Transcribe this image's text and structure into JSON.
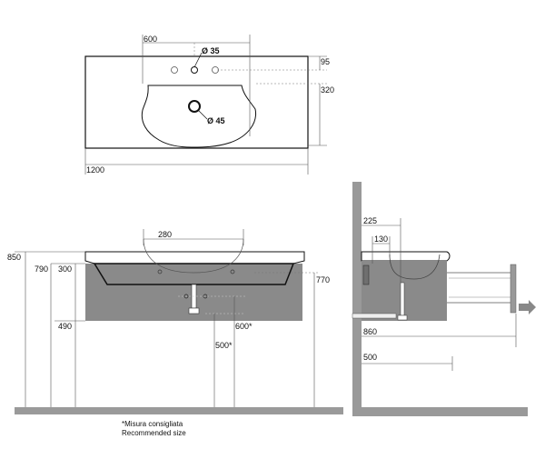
{
  "colors": {
    "line": "#111111",
    "thin": "#555555",
    "cabinet": "#8a8a8a",
    "cabinet_dark": "#6f6f6f",
    "wall": "#999999",
    "floor": "#9a9a9a",
    "basin": "#ffffff"
  },
  "top_view": {
    "dim_width_half": "600",
    "dim_hole": "Ø 35",
    "dim_tap_offset": "95",
    "dim_depth": "320",
    "dim_drain": "Ø 45",
    "dim_total_width": "1200"
  },
  "front_view": {
    "dim_height_total": "850",
    "dim_height_790": "790",
    "dim_height_300": "300",
    "dim_height_490": "490",
    "dim_basin_width": "280",
    "dim_770": "770",
    "dim_600": "600",
    "dim_500": "500",
    "asterisk": "*"
  },
  "side_view": {
    "dim_225": "225",
    "dim_130": "130",
    "dim_860": "860",
    "dim_500": "500"
  },
  "legend": {
    "line1": "Misura consigliata",
    "line2": "Recommended size",
    "bullet": "*"
  }
}
